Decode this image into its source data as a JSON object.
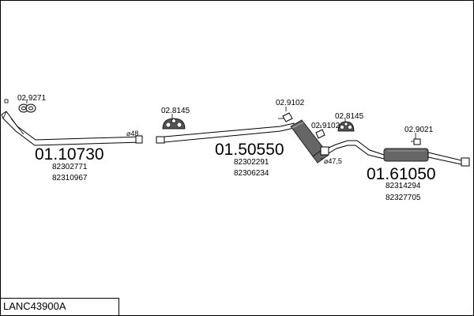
{
  "diagram": {
    "code": "LANC43900A",
    "parts": [
      {
        "main": "01.10730",
        "refs": [
          "82302771",
          "82310967"
        ]
      },
      {
        "main": "01.50550",
        "refs": [
          "82302291",
          "82306234"
        ]
      },
      {
        "main": "01.61050",
        "refs": [
          "82314294",
          "82327705"
        ]
      }
    ],
    "accessories": {
      "a1": "02.9271",
      "a2": "02.8145",
      "a3": "02.9102",
      "a4": "02.9102",
      "a5": "02.8145",
      "a6": "02.9021"
    },
    "diameters": {
      "d1": "⌀48",
      "d2": "⌀47,5"
    }
  },
  "colors": {
    "muffler": "#666666",
    "lines": "#000000"
  }
}
